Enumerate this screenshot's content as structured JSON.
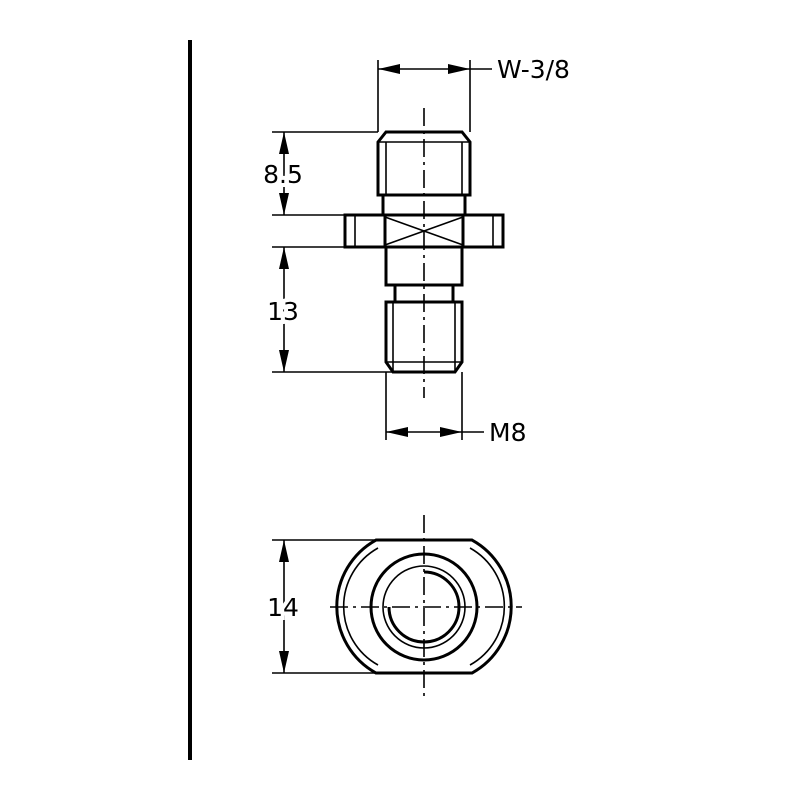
{
  "drawing": {
    "dimensions": {
      "hex_width": "W-3/8",
      "thread_top_length": "8.5",
      "thread_bottom_length": "13",
      "thread_bottom_size": "M8",
      "hex_across_flats": "14"
    }
  }
}
